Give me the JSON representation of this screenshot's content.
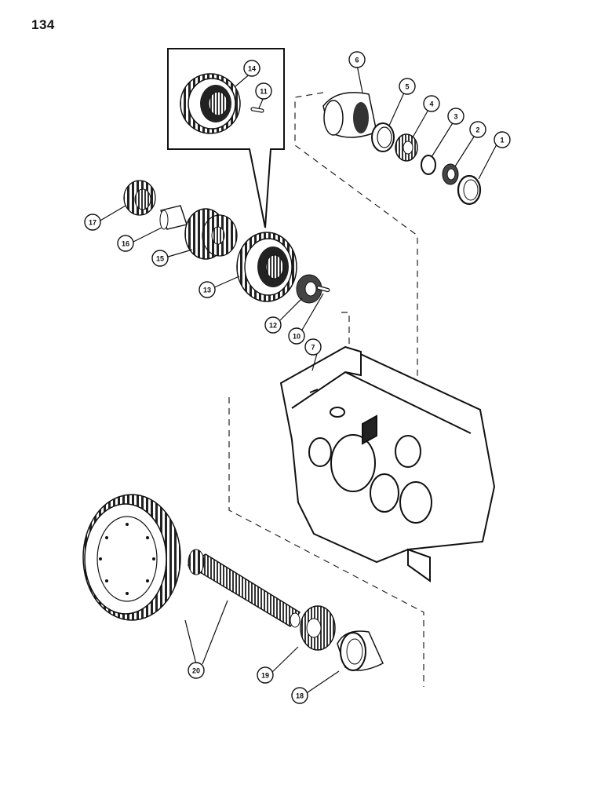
{
  "page": {
    "number": "134"
  },
  "callouts": [
    {
      "id": "c1",
      "label": "1"
    },
    {
      "id": "c2",
      "label": "2"
    },
    {
      "id": "c3",
      "label": "3"
    },
    {
      "id": "c4",
      "label": "4"
    },
    {
      "id": "c5",
      "label": "5"
    },
    {
      "id": "c6",
      "label": "6"
    },
    {
      "id": "c7",
      "label": "7"
    },
    {
      "id": "c10",
      "label": "10"
    },
    {
      "id": "c11",
      "label": "11"
    },
    {
      "id": "c12",
      "label": "12"
    },
    {
      "id": "c13",
      "label": "13"
    },
    {
      "id": "c14",
      "label": "14"
    },
    {
      "id": "c15",
      "label": "15"
    },
    {
      "id": "c16",
      "label": "16"
    },
    {
      "id": "c17",
      "label": "17"
    },
    {
      "id": "c18",
      "label": "18"
    },
    {
      "id": "c19",
      "label": "19"
    },
    {
      "id": "c20",
      "label": "20"
    }
  ]
}
